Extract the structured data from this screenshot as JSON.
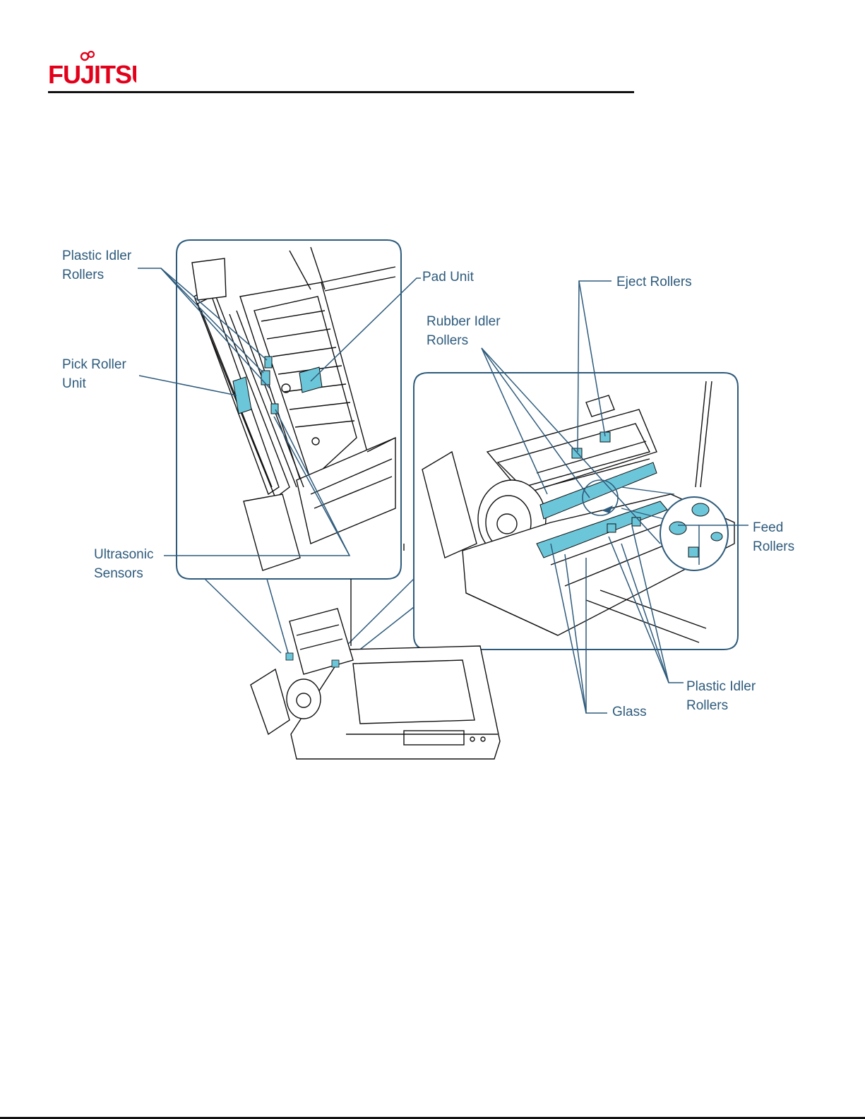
{
  "header": {
    "brand": "FUJITSU",
    "brand_color": "#e2001a"
  },
  "diagram": {
    "accent_color": "#2e5b7c",
    "part_fill_color": "#6cc6d9",
    "labels": {
      "plastic_idler_left_1": "Plastic Idler",
      "plastic_idler_left_2": "Rollers",
      "pick_roller_1": "Pick Roller",
      "pick_roller_2": "Unit",
      "ultrasonic_1": "Ultrasonic",
      "ultrasonic_2": "Sensors",
      "pad_unit": "Pad Unit",
      "eject_rollers": "Eject Rollers",
      "rubber_idler_1": "Rubber Idler",
      "rubber_idler_2": "Rollers",
      "feed_rollers_1": "Feed",
      "feed_rollers_2": "Rollers",
      "plastic_idler_right_1": "Plastic Idler",
      "plastic_idler_right_2": "Rollers",
      "glass": "Glass"
    }
  }
}
